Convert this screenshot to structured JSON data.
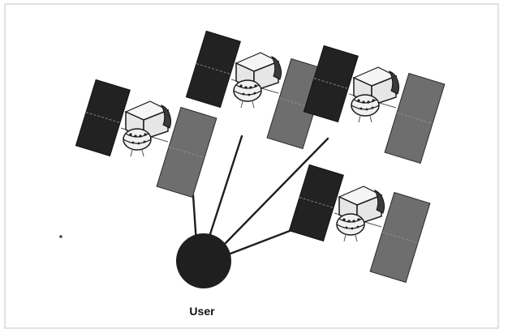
{
  "diagram": {
    "user_label": "User",
    "satellites": [
      "satellite-1",
      "satellite-2",
      "satellite-3",
      "satellite-4"
    ],
    "links": [
      "user-to-satellite-1",
      "user-to-satellite-2",
      "user-to-satellite-3",
      "user-to-satellite-4"
    ],
    "colors": {
      "node": "#1f1f1f",
      "link": "#1e1e1e",
      "panel_dark": "#222222",
      "panel_light": "#6e6e6e",
      "frame": "#d4d4d4"
    }
  }
}
